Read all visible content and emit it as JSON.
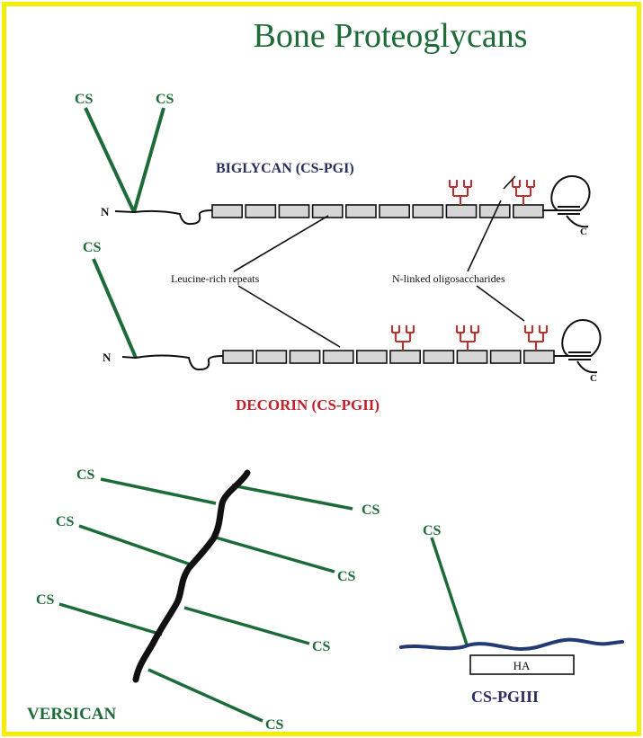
{
  "title": "Bone Proteoglycans",
  "colors": {
    "border": "#f2f000",
    "title": "#1e6b3a",
    "chain": "#1e6b3a",
    "label_dark": "#2b2f5e",
    "label_red": "#c0202a",
    "sugar": "#c0302a",
    "core": "#111111",
    "ha_line": "#233a74",
    "box_fill": "#d6d6d6"
  },
  "biglycan": {
    "name": "BIGLYCAN (CS-PGI)",
    "n_terminus": "N",
    "c_terminus": "C",
    "cs_labels": [
      "CS",
      "CS"
    ],
    "repeat_count": 10,
    "sugar_count": 2
  },
  "decorin": {
    "name": "DECORIN (CS-PGII)",
    "n_terminus": "N",
    "c_terminus": "C",
    "cs_labels": [
      "CS"
    ],
    "repeat_count": 10,
    "sugar_count": 3
  },
  "annotations": {
    "leucine": "Leucine-rich repeats",
    "oligo": "N-linked oligosaccharides"
  },
  "versican": {
    "name": "VERSICAN",
    "cs_labels": [
      "CS",
      "CS",
      "CS",
      "CS",
      "CS",
      "CS",
      "CS"
    ]
  },
  "cspgiii": {
    "name": "CS-PGIII",
    "cs_label": "CS",
    "ha_label": "HA"
  }
}
